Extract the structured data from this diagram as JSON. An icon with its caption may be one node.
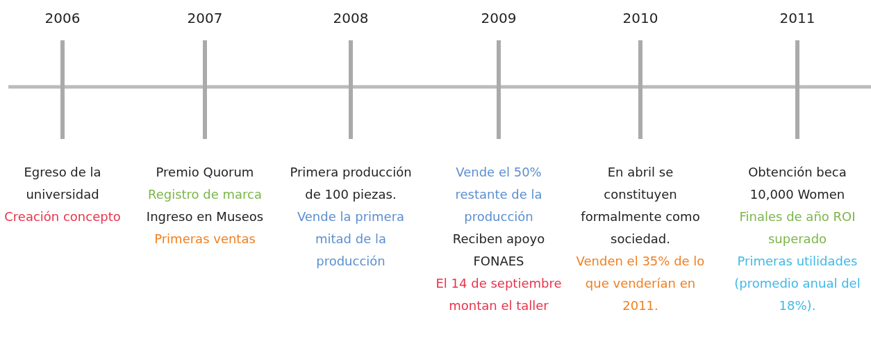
{
  "diagram": {
    "labels": [
      "2006",
      "2007",
      "2008",
      "2009",
      "2010",
      "2011",
      "Egreso de la universidad",
      "Creación concepto",
      "Premio Quorum",
      "Registro de marca",
      "Ingreso en Museos",
      "Primeras ventas",
      "Primera producción de 100 piezas.",
      "Vende la primera mitad de la producción",
      "Vende el 50% restante de la producción",
      "Reciben apoyo FONAES",
      "El 14 de septiembre montan el taller",
      "En abril se constituyen formalmente como sociedad.",
      "Venden el 35% de lo que venderían en 2011.",
      "Obtención beca 10,000 Women",
      "Finales de año ROI superado",
      "Primeras utilidades (promedio anual del 18%)."
    ]
  }
}
